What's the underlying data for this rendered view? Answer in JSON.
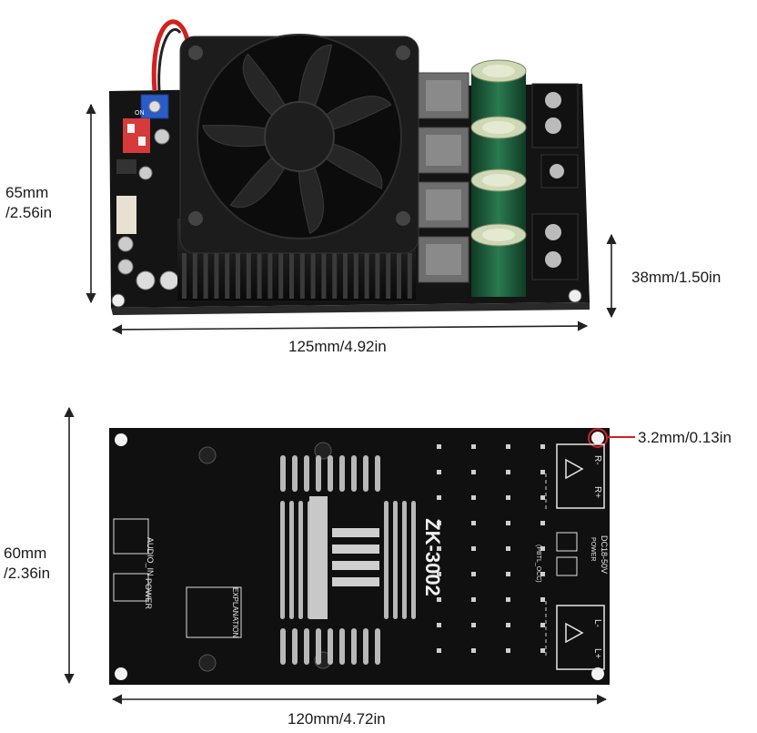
{
  "dimensions": {
    "top_height": {
      "line1": "65mm",
      "line2": "/2.56in"
    },
    "top_width": "125mm/4.92in",
    "top_component_height": "38mm/1.50in",
    "bottom_height": {
      "line1": "60mm",
      "line2": "/2.36in"
    },
    "bottom_width": "120mm/4.72in",
    "hole_diameter": "3.2mm/0.13in"
  },
  "board_text": {
    "model": "ZK-3002",
    "audio_in": "AUDIO_IN",
    "power": "POWER",
    "explanation": "EXPLANATION",
    "supply": "DC18-50V",
    "power_small": "POWER",
    "pbtl": "(PBTL_OCC)",
    "right_minus": "R-",
    "right_plus": "R+",
    "left_minus": "L-",
    "left_plus": "L+",
    "switch_on": "ON"
  },
  "colors": {
    "pcb": "#101010",
    "fan": "#1c1c1c",
    "heatsink": "#141414",
    "capacitor": "#1e5a3a",
    "capacitor_top": "#cfd8b4",
    "dip_switch": "#d63a3a",
    "potentiometer": "#2a5cc8",
    "red_wire": "#d42020",
    "hole_marker": "#d42020",
    "inductor": "#6e6e6e",
    "arrow": "#222222"
  }
}
